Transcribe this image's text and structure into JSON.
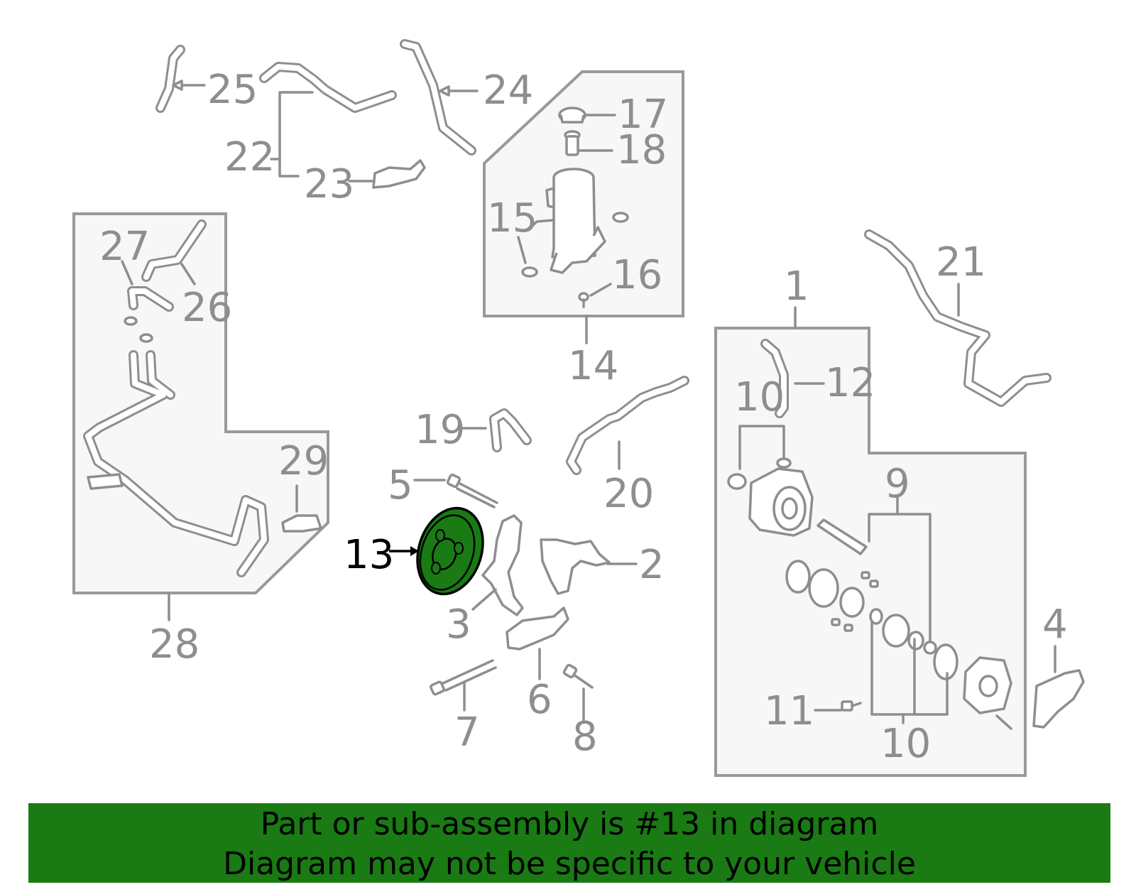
{
  "diagram": {
    "highlight_color": "#1a7a14",
    "highlighted_callout": "13",
    "callouts": [
      "1",
      "2",
      "3",
      "4",
      "5",
      "6",
      "7",
      "8",
      "9",
      "10",
      "10",
      "10",
      "11",
      "12",
      "13",
      "14",
      "15",
      "16",
      "17",
      "18",
      "19",
      "20",
      "21",
      "22",
      "23",
      "24",
      "25",
      "26",
      "27",
      "28",
      "29"
    ]
  },
  "banner": {
    "line1": "Part or sub-assembly is #13 in diagram",
    "line2": "Diagram may not be specific to your vehicle",
    "background": "#1a7a14"
  }
}
